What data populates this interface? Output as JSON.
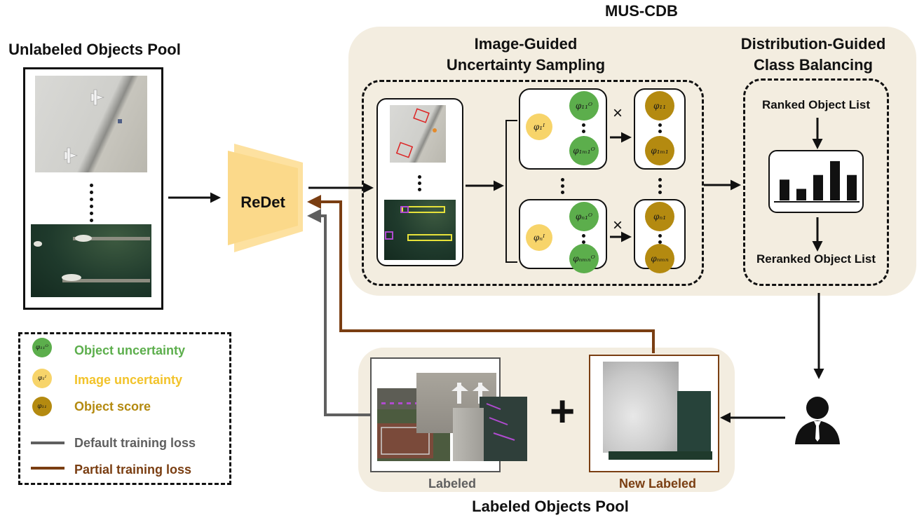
{
  "titles": {
    "mus_cdb": "MUS-CDB",
    "unlabeled_pool": "Unlabeled Objects Pool",
    "image_guided_line1": "Image-Guided",
    "image_guided_line2": "Uncertainty Sampling",
    "distribution_guided_line1": "Distribution-Guided",
    "distribution_guided_line2": "Class Balancing",
    "labeled_pool": "Labeled Objects Pool"
  },
  "detector": {
    "label": "ReDet"
  },
  "class_balancing": {
    "ranked": "Ranked Object List",
    "reranked": "Reranked Object List",
    "bar_heights": [
      0.45,
      0.25,
      0.55,
      0.85,
      0.55
    ]
  },
  "labeled_pool": {
    "labeled": "Labeled",
    "new_labeled": "New Labeled",
    "plus": "+"
  },
  "operators": {
    "times": "×"
  },
  "symbols": {
    "phi_11_O": "φ₁₁ᴼ",
    "phi_1m1_O": "φ₁ₘ₁ᴼ",
    "phi_1_I": "φ₁ᴵ",
    "phi_n1_O": "φₙ₁ᴼ",
    "phi_nmn_O": "φₙₘₙᴼ",
    "phi_n_I": "φₙᴵ",
    "phi_11": "φ₁₁",
    "phi_1m1": "φ₁ₘ₁",
    "phi_n1": "φₙ₁",
    "phi_nmn": "φₙₘₙ"
  },
  "legend": {
    "object_uncertainty": "Object uncertainty",
    "image_uncertainty": "Image uncertainty",
    "object_score": "Object score",
    "default_loss": "Default training loss",
    "partial_loss": "Partial training loss",
    "sym_green": "φ₁₁ᴼ",
    "sym_yellow": "φ₁ᴵ",
    "sym_gold": "φ₁₁"
  },
  "colors": {
    "panel": "#f3ede0",
    "green": "#5cae4c",
    "yellow": "#f7d46a",
    "gold": "#b48a10",
    "brown": "#7a3e12",
    "gray": "#5f5f5f",
    "redet": "#fbd98a"
  },
  "icons": {
    "annotator": "person-icon"
  }
}
